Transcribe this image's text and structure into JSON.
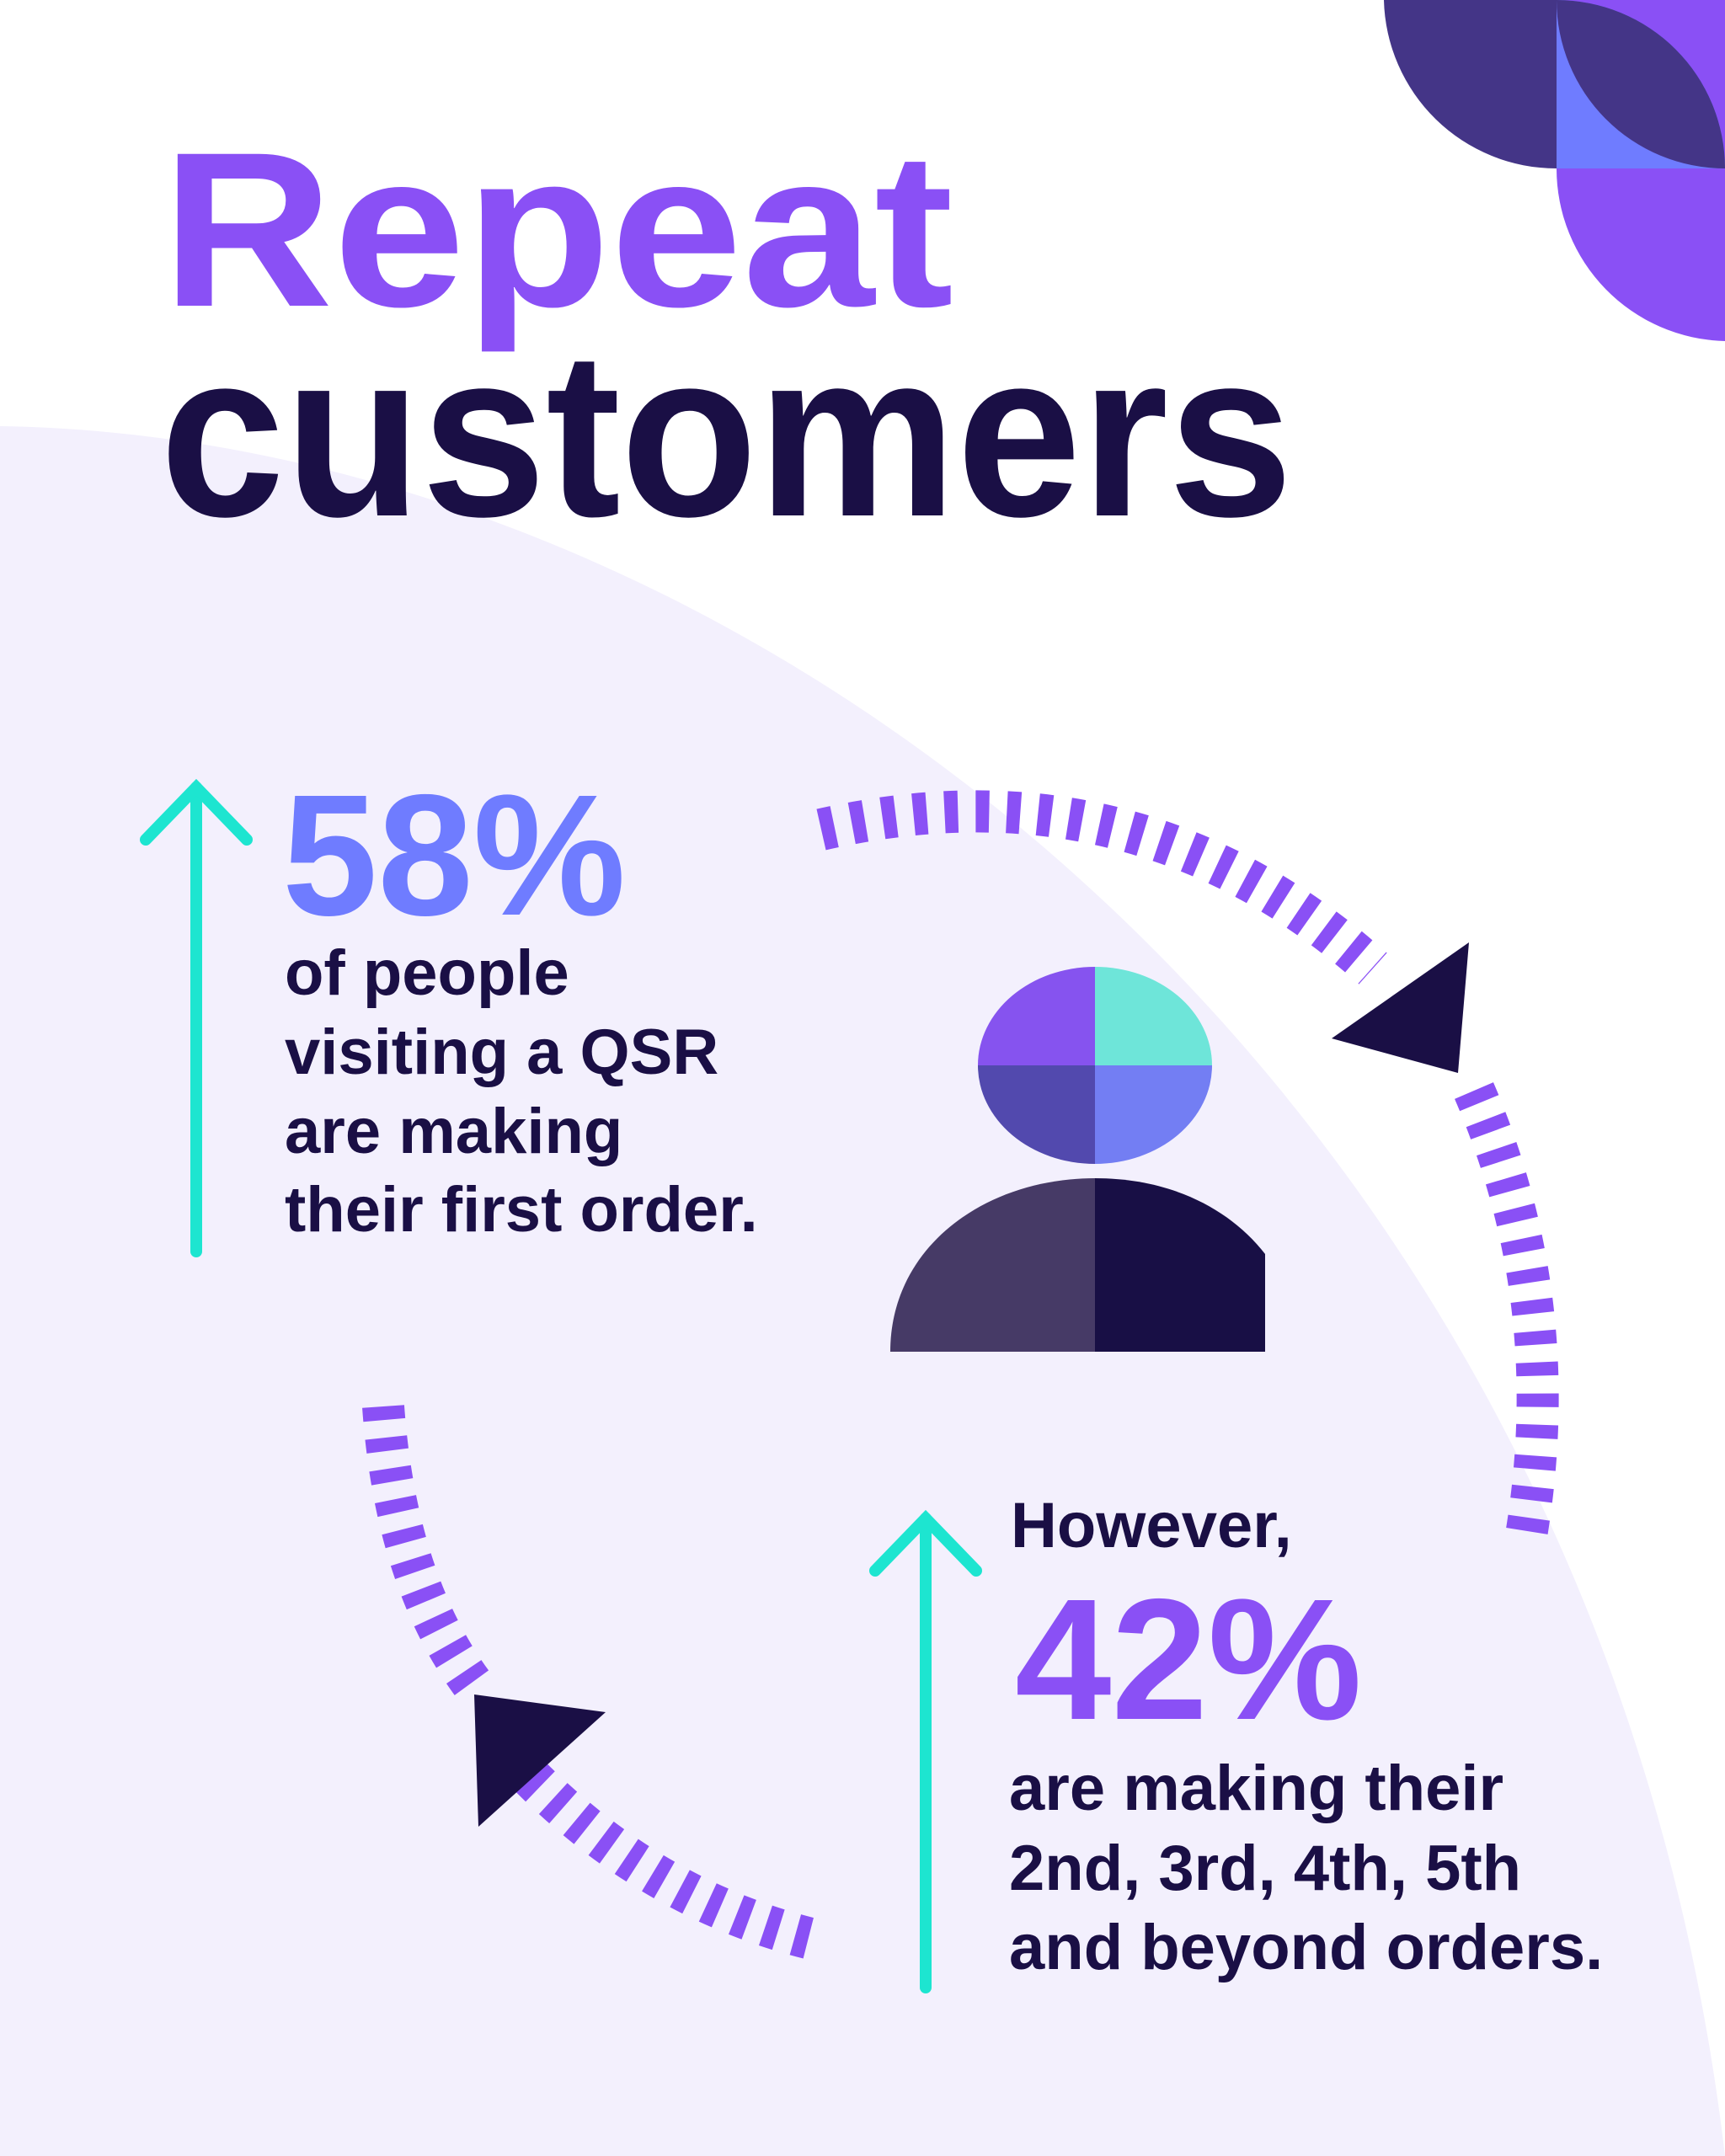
{
  "title": {
    "line1": "Repeat",
    "line2": "customers"
  },
  "stat_first": {
    "value": "58%",
    "lines": [
      "of people",
      "visiting a QSR",
      "are making",
      "their first order."
    ]
  },
  "stat_repeat": {
    "intro": "However,",
    "value": "42%",
    "lines": [
      "are making their",
      "2nd, 3rd, 4th, 5th",
      "and beyond orders."
    ]
  },
  "icons": [
    "arrow-up-icon",
    "person-icon",
    "cycle-arrows-icon"
  ],
  "colors": {
    "purple": "#8a50f5",
    "navy": "#1a0f45",
    "periwinkle": "#6f7cff",
    "teal": "#1de5d0",
    "mint": "#6ee5d9",
    "indigo": "#443587",
    "lavender_bg": "#f3f0fd"
  }
}
